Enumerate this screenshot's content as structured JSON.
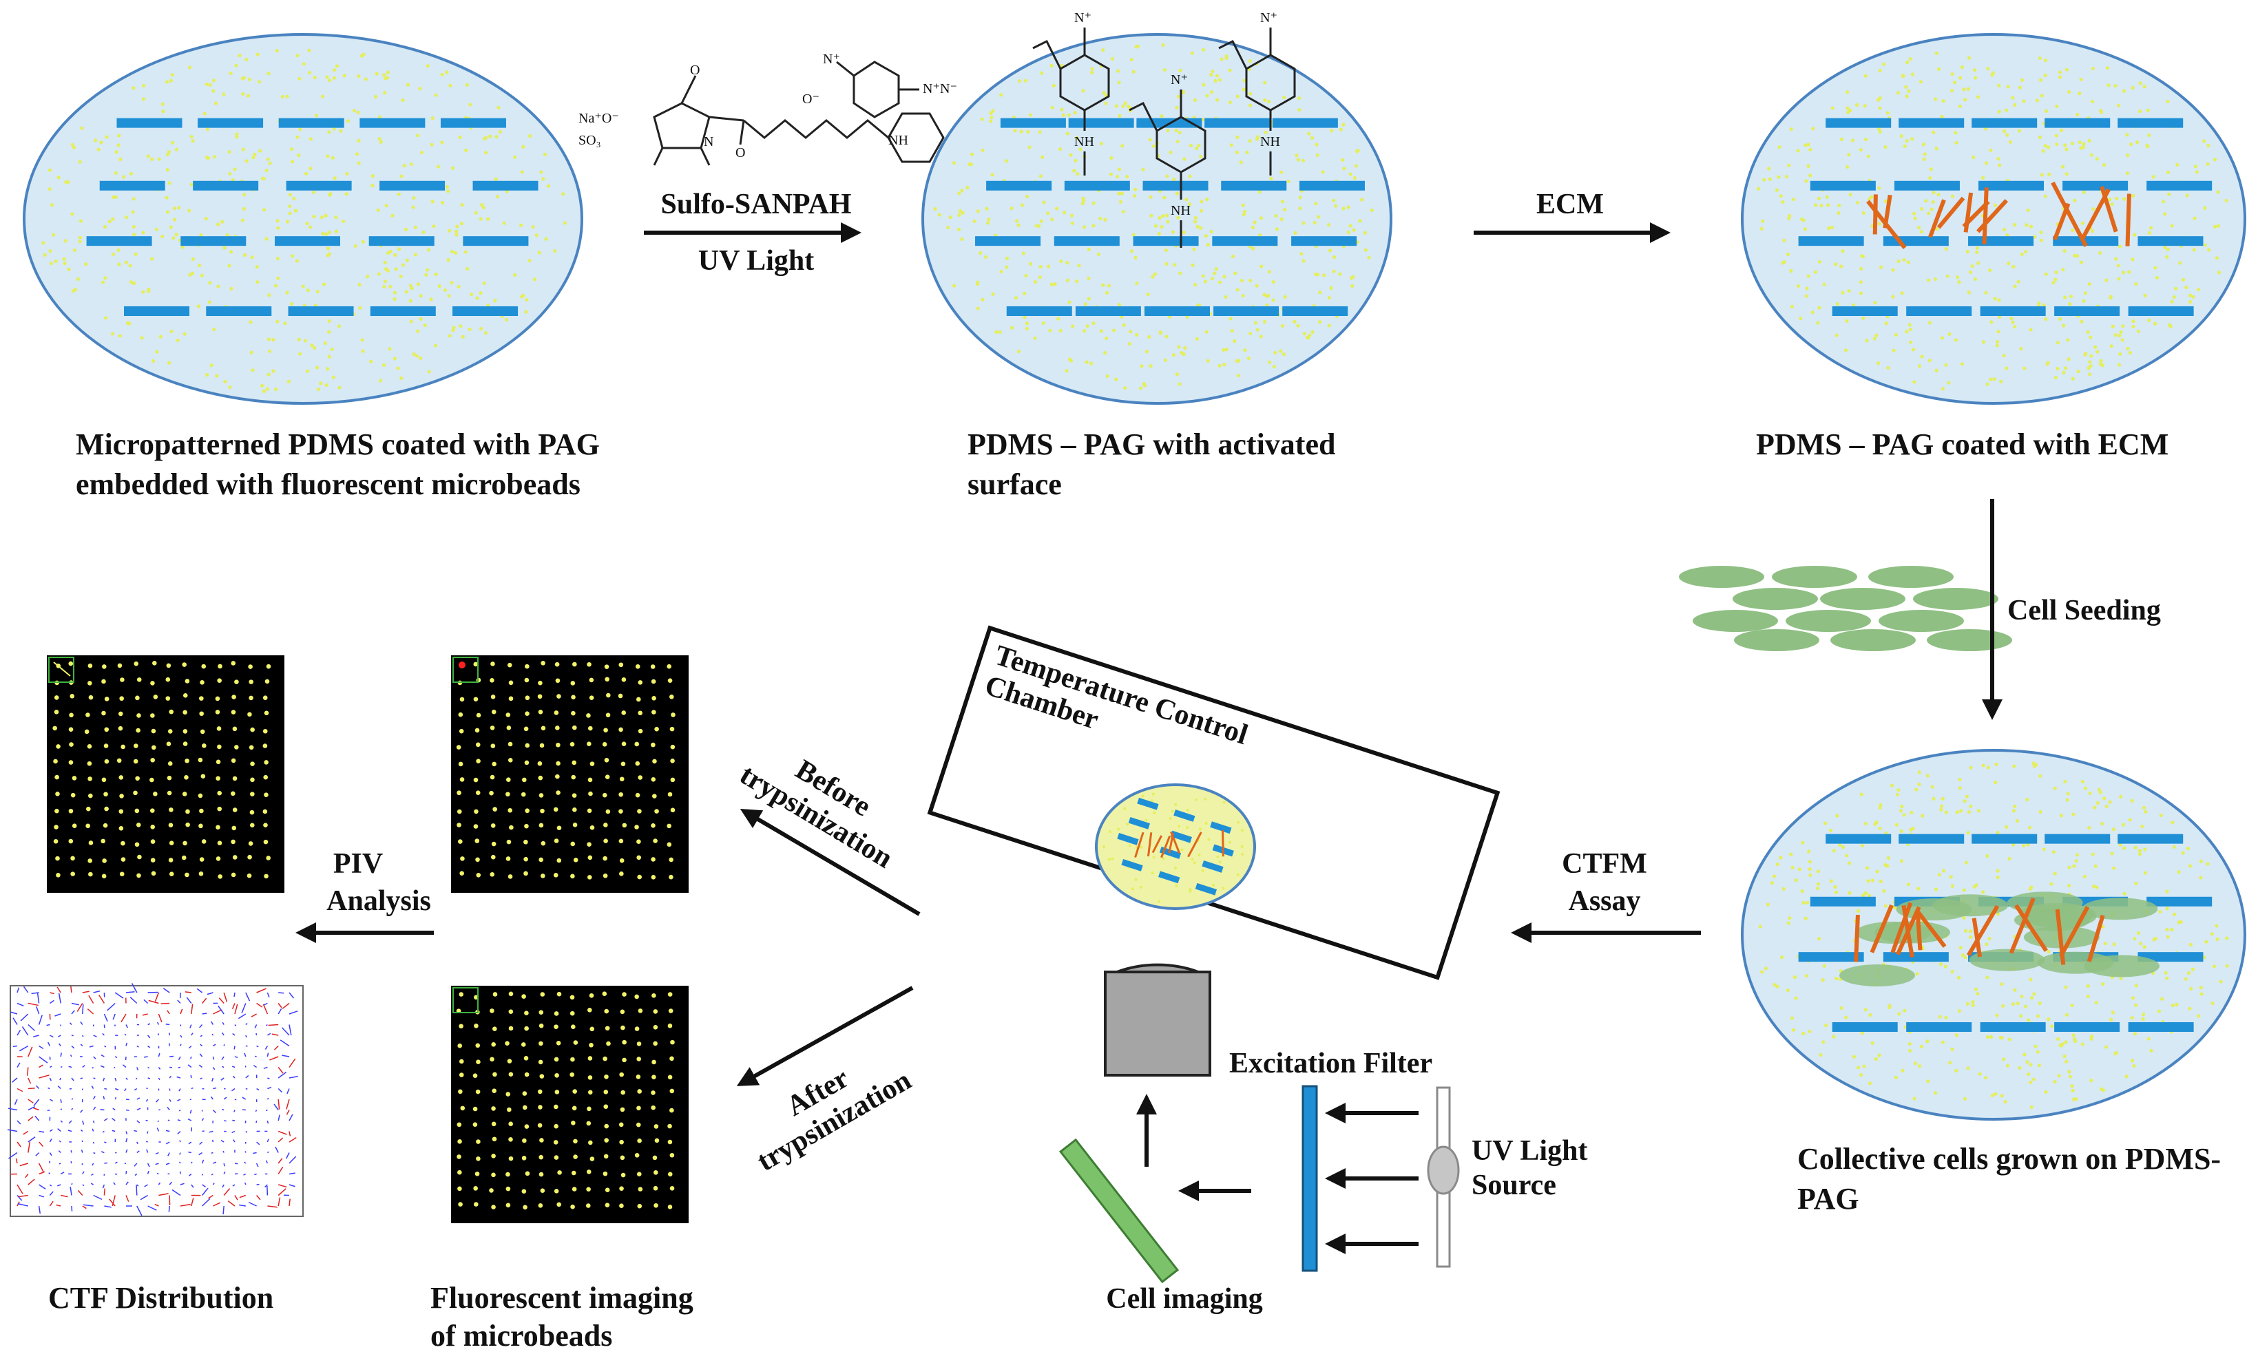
{
  "colors": {
    "dish_fill": "#d6e9f5",
    "dish_stroke": "#4a83c0",
    "micropattern": "#1f8fd6",
    "bead": "#e6ee5a",
    "ecm_fiber": "#e0661a",
    "cell": "#8fbf83",
    "filter": "#1f8fd6",
    "slide": "#7cc26a",
    "bead_image_bg": "#000000",
    "bead_image_dot": "#f3f36a"
  },
  "icons": [
    "arrow-icon",
    "microscope-objective-icon",
    "uv-lamp-icon",
    "excitation-filter-icon",
    "mirror-slide-icon"
  ],
  "captions": {
    "step1": [
      "Micropatterned PDMS coated with PAG",
      "embedded with fluorescent microbeads"
    ],
    "step2": [
      "PDMS – PAG with activated",
      "surface"
    ],
    "step3": [
      "PDMS – PAG coated with ECM"
    ],
    "step4": [
      "Collective cells grown on PDMS-",
      "PAG"
    ],
    "cell_imaging": "Cell imaging",
    "fluorescent": [
      "Fluorescent imaging",
      "of microbeads"
    ],
    "ctf": "CTF Distribution"
  },
  "arrows": {
    "sulfo": "Sulfo-SANPAH",
    "uv": "UV Light",
    "ecm": "ECM",
    "cell_seeding": "Cell Seeding",
    "ctfm": [
      "CTFM",
      "Assay"
    ],
    "before": [
      "Before",
      "trypsinization"
    ],
    "after": [
      "After",
      "trypsinization"
    ],
    "piv": [
      "PIV",
      "Analysis"
    ]
  },
  "chamber": [
    "Temperature Control",
    "Chamber"
  ],
  "excitation_filter": "Excitation Filter",
  "uv_source": [
    "UV Light",
    "Source"
  ],
  "chemistry": {
    "na_o": "Na⁺O⁻",
    "so3": "SO₃",
    "n": "N",
    "o": "O",
    "nh": "NH",
    "o_minus": "O⁻",
    "n_plus": "N⁺",
    "azide": "N⁺N⁻"
  }
}
